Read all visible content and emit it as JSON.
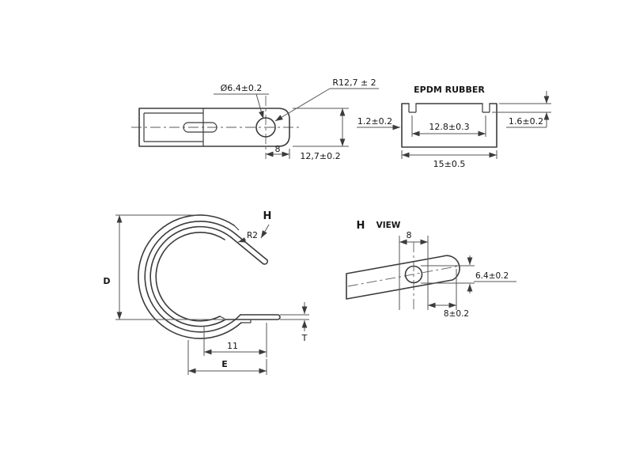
{
  "drawing": {
    "flat_view": {
      "hole_diameter": "Ø6.4±0.2",
      "bend_radius": "R12,7 ± 2",
      "hole_to_end": "8",
      "band_width": "12,7±0.2"
    },
    "rubber_section": {
      "title": "EPDM RUBBER",
      "wall_thickness": "1.2±0.2",
      "inner_width": "12.8±0.3",
      "lip_thickness": "1.6±0.2",
      "outer_width": "15±0.5"
    },
    "side_view": {
      "view_arrow": "H",
      "tab_radius": "R2",
      "diameter_label": "D",
      "tab_length": "11",
      "edge_distance": "E",
      "thickness_label": "T"
    },
    "h_view": {
      "title_letter": "H",
      "title_word": "VIEW",
      "slot_length": "8",
      "hole_diameter": "6.4±0.2",
      "hole_offset": "8±0.2"
    }
  }
}
